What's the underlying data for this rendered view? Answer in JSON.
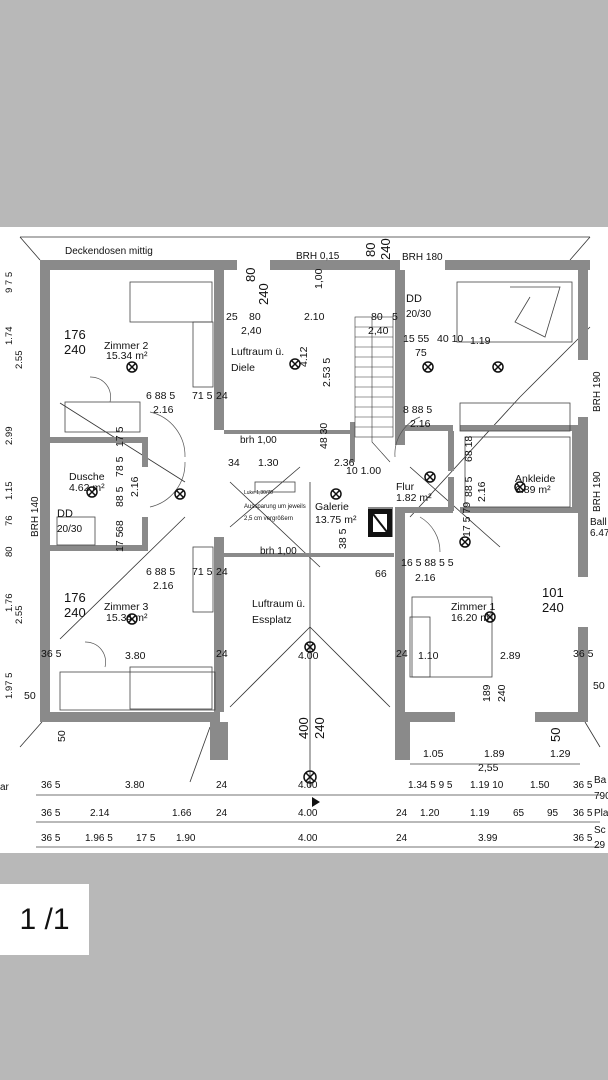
{
  "viewer": {
    "page_indicator": "1 /1"
  },
  "plan": {
    "labels": {
      "deckendosen": "Deckendosen mittig",
      "brh_015": "BRH 0,15",
      "brh_180": "BRH 180",
      "brh_140": "BRH 140",
      "brh_190_a": "BRH 190",
      "brh_190_b": "BRH 190",
      "brh_100_a": "brh 1,00",
      "brh_100_b": "brh 1,00",
      "dd_a": "DD",
      "dd_b": "DD",
      "dd_a_size": "20/30",
      "dd_b_size": "20/30",
      "luke": "Luke 1,30/70",
      "aussparung_1": "Aussparung um jeweils",
      "aussparung_2": "2,5 cm vergrößern",
      "ball": "Ball",
      "ball_area": "6.47"
    },
    "rooms": [
      {
        "name": "Zimmer 2",
        "area": "15.34 m²",
        "w": "176",
        "h": "240"
      },
      {
        "name": "Luftraum ü.",
        "name2": "Diele"
      },
      {
        "name": "Dusche",
        "area": "4.62 m²"
      },
      {
        "name": "Galerie",
        "area": "13.75 m²"
      },
      {
        "name": "Flur",
        "area": "1.82 m²"
      },
      {
        "name": "Ankleide",
        "area": "6.89 m²"
      },
      {
        "name": "Zimmer 3",
        "area": "15.34 m²",
        "w": "176",
        "h": "240"
      },
      {
        "name": "Luftraum ü.",
        "name2": "Essplatz"
      },
      {
        "name": "Zimmer 1",
        "area": "16.20 m²",
        "w": "101",
        "h": "240"
      }
    ],
    "dims": {
      "d_80": "80",
      "d_240a": "240",
      "d_80b": "80",
      "d_240b": "240",
      "d_25": "25",
      "d_80c": "80",
      "d_210": "2.10",
      "d_80d": "80",
      "d_5": "5",
      "d_240c": "2,40",
      "d_240d": "2,40",
      "d_100": "1,00",
      "d_1555": "15 55",
      "d_4010": "40 10",
      "d_119": "1.19",
      "d_75": "75",
      "d_412": "4.12",
      "d_2535": "2.53 5",
      "d_6885": "6  88 5",
      "d_715": "71 5",
      "d_24a": "24",
      "d_216a": "2.16",
      "d_885b": "8  88 5",
      "d_216b": "2.16",
      "d_34": "34",
      "d_130": "1.30",
      "d_236": "2.36",
      "d_4830": "48 30",
      "d_10100": "10  1.00",
      "d_6818": "68 18",
      "d_885c": "88 5",
      "d_216c": "2.16",
      "d_175a": "17 5",
      "d_785": "78 5",
      "d_216d": "2.16",
      "d_885d": "88 5",
      "d_68": "68",
      "d_175b": "17 5",
      "d_175c": "17 5  79",
      "d_3855": "38 5",
      "d_6885b": "6  88 5",
      "d_715b": "71 5",
      "d_24b": "24",
      "d_216e": "2.16",
      "d_66": "66",
      "d_16585": "16 5  88 5  5",
      "d_216f": "2.16",
      "d_365a": "36 5",
      "d_380": "3.80",
      "d_24c": "24",
      "d_400a": "4.00",
      "d_24d": "24",
      "d_110": "1.10",
      "d_289": "2.89",
      "d_365b": "36 5",
      "d_400v": "400",
      "d_240v": "240",
      "d_189v": "189",
      "d_240w": "240",
      "d_50a": "50",
      "d_50b": "50",
      "d_50c": "50",
      "d_50d": "50",
      "d_105": "1.05",
      "d_189": "1.89",
      "d_129": "1.29",
      "d_255": "2,55",
      "r1": [
        "36 5",
        "3.80",
        "24",
        "4.00",
        "1.34 5  9 5",
        "1.19  10",
        "1.50",
        "36 5"
      ],
      "r2": [
        "36 5",
        "2.14",
        "1.66",
        "24",
        "4.00",
        "24",
        "1.20",
        "1.19",
        "65",
        "95",
        "36 5"
      ],
      "r3": [
        "36 5",
        "1.96 5",
        "17 5",
        "1.90",
        "4.00",
        "24",
        "3.99",
        "36 5"
      ],
      "right_r": [
        "Ba",
        "790",
        "Pla",
        "Sc",
        "29"
      ],
      "left_ar": "ar",
      "left_v": [
        "9 7 5",
        "1.74",
        "2.55",
        "2.99",
        "1.15",
        "76",
        "80",
        "1.76",
        "2.55",
        "1.97 5"
      ]
    }
  }
}
